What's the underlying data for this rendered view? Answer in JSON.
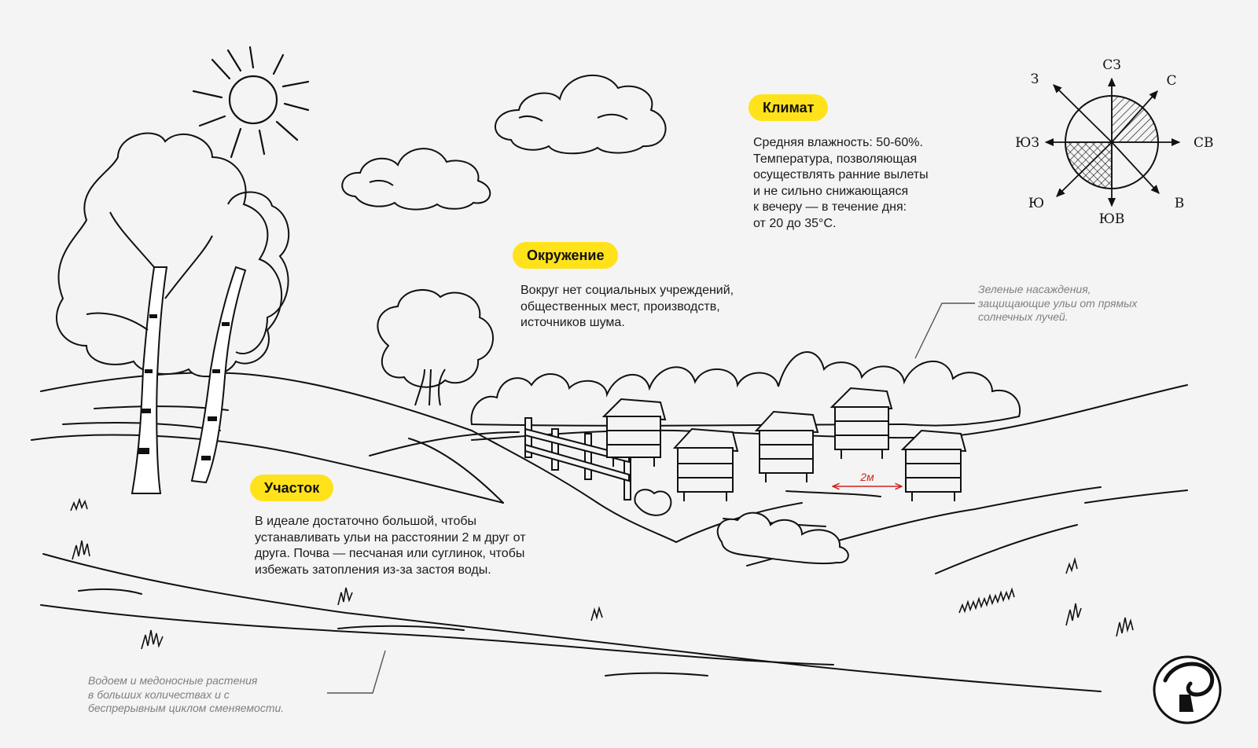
{
  "sections": {
    "climate": {
      "title": "Климат",
      "text": "Средняя влажность: 50-60%.\nТемпература, позволяющая\nосуществлять ранние вылеты\nи не сильно снижающаяся\nк вечеру — в течение дня:\nот 20 до 35°С."
    },
    "surroundings": {
      "title": "Окружение",
      "text": "Вокруг нет социальных учреждений,\nобщественных мест, производств,\nисточников шума."
    },
    "plot": {
      "title": "Участок",
      "text": "В идеале достаточно большой, чтобы\nустанавливать ульи на расстоянии 2 м друг от\nдруга. Почва — песчаная или суглинок, чтобы\nизбежать затопления из-за застоя воды."
    }
  },
  "annotations": {
    "green_plantings": "Зеленые насаждения,\nзащищающие ульи от прямых\nсолнечных лучей.",
    "water_body": "Водоем и медоносные растения\nв больших количествах и с\nбеспрерывным циклом сменяемости.",
    "distance": "2м",
    "distance_color": "#d22222"
  },
  "compass": {
    "labels": {
      "top": "СЗ",
      "top_right": "С",
      "right": "СВ",
      "bottom_right": "В",
      "bottom": "ЮВ",
      "bottom_left": "Ю",
      "left": "ЮЗ",
      "top_left": "З"
    }
  },
  "colors": {
    "accent": "#ffe21a",
    "background": "#f4f4f4",
    "ink": "#111111"
  },
  "icons": {
    "logo": "ram-head-logo-icon",
    "sun": "sun-icon",
    "cloud": "cloud-icon"
  }
}
